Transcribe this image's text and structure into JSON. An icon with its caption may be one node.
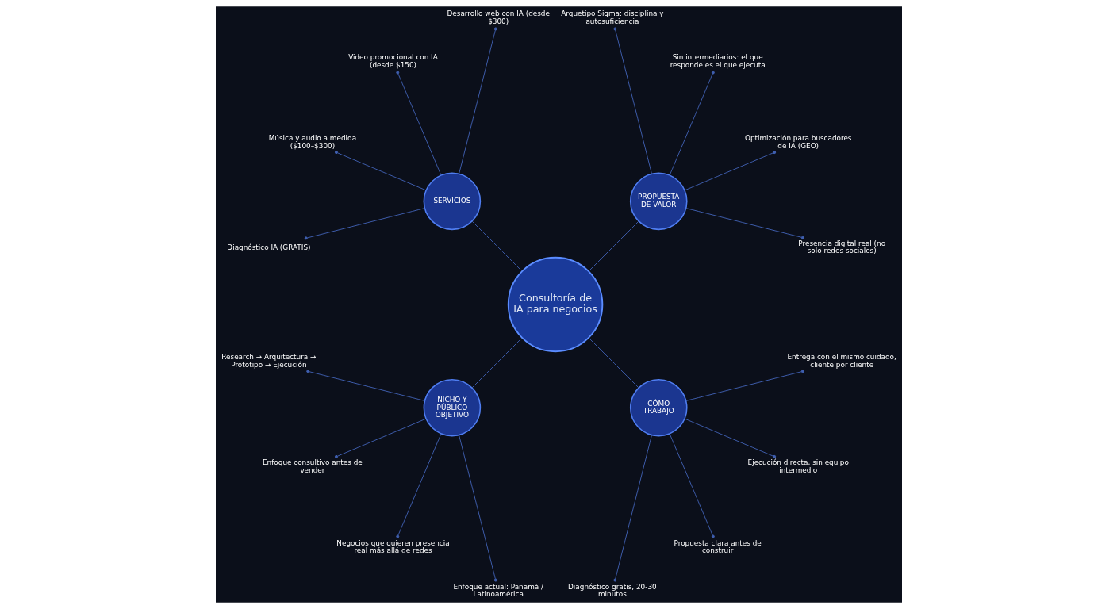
{
  "diagram": {
    "nodes": [
      {
        "text": [
          "Consultoría de IA para negocios"
        ]
      },
      {
        "text": [
          "PROPUESTA DE VALOR"
        ]
      },
      {
        "text": [
          "SERVICIOS"
        ]
      },
      {
        "text": [
          "NICHO Y PÚBLICO OBJETIVO"
        ]
      },
      {
        "text": [
          "CÓMO TRABAJO"
        ]
      },
      {
        "text": [
          "Presencia digital real (no solo redes sociales)"
        ]
      },
      {
        "text": [
          "Optimización para buscadores de IA (GEO)"
        ]
      },
      {
        "text": [
          "Sin intermediarios: el que responde es el que ejecuta"
        ]
      },
      {
        "text": [
          "Arquetipo Sigma: disciplina y autosuficiencia"
        ]
      },
      {
        "text": [
          "Desarrollo web con IA (desde $300)"
        ]
      },
      {
        "text": [
          "Video promocional con IA (desde $150)"
        ]
      },
      {
        "text": [
          "Música y audio a medida ($100–$300)"
        ]
      },
      {
        "text": [
          "Diagnóstico IA (GRATIS)"
        ]
      },
      {
        "text": [
          "Research → Arquitectura → Prototipo → Ejecución"
        ]
      },
      {
        "text": [
          "Enfoque consultivo antes de vender"
        ]
      },
      {
        "text": [
          "Negocios que quieren presencia real más allá de redes"
        ]
      },
      {
        "text": [
          "Enfoque actual: Panamá / Latinoamérica"
        ]
      },
      {
        "text": [
          "Diagnóstico gratis, 20-30 minutos"
        ]
      },
      {
        "text": [
          "Propuesta clara antes de construir"
        ]
      },
      {
        "text": [
          "Ejecución directa, sin equipo intermedio"
        ]
      },
      {
        "text": [
          "Entrega con el mismo cuidado, cliente por cliente"
        ]
      }
    ],
    "edges": [
      {
        "from": 0,
        "to": 1,
        "arrow": "none"
      },
      {
        "from": 0,
        "to": 2,
        "arrow": "none"
      },
      {
        "from": 0,
        "to": 3,
        "arrow": "none"
      },
      {
        "from": 0,
        "to": 4,
        "arrow": "none"
      },
      {
        "from": 1,
        "to": 5,
        "arrow": "other"
      },
      {
        "from": 1,
        "to": 6,
        "arrow": "other"
      },
      {
        "from": 1,
        "to": 7,
        "arrow": "other"
      },
      {
        "from": 1,
        "to": 8,
        "arrow": "other"
      },
      {
        "from": 2,
        "to": 9,
        "arrow": "other"
      },
      {
        "from": 2,
        "to": 10,
        "arrow": "other"
      },
      {
        "from": 2,
        "to": 11,
        "arrow": "other"
      },
      {
        "from": 2,
        "to": 12,
        "arrow": "other"
      },
      {
        "from": 3,
        "to": 13,
        "arrow": "other"
      },
      {
        "from": 3,
        "to": 14,
        "arrow": "other"
      },
      {
        "from": 3,
        "to": 15,
        "arrow": "other"
      },
      {
        "from": 3,
        "to": 16,
        "arrow": "other"
      },
      {
        "from": 4,
        "to": 17,
        "arrow": "other"
      },
      {
        "from": 4,
        "to": 18,
        "arrow": "other"
      },
      {
        "from": 4,
        "to": 19,
        "arrow": "other"
      },
      {
        "from": 4,
        "to": 20,
        "arrow": "other"
      }
    ]
  }
}
